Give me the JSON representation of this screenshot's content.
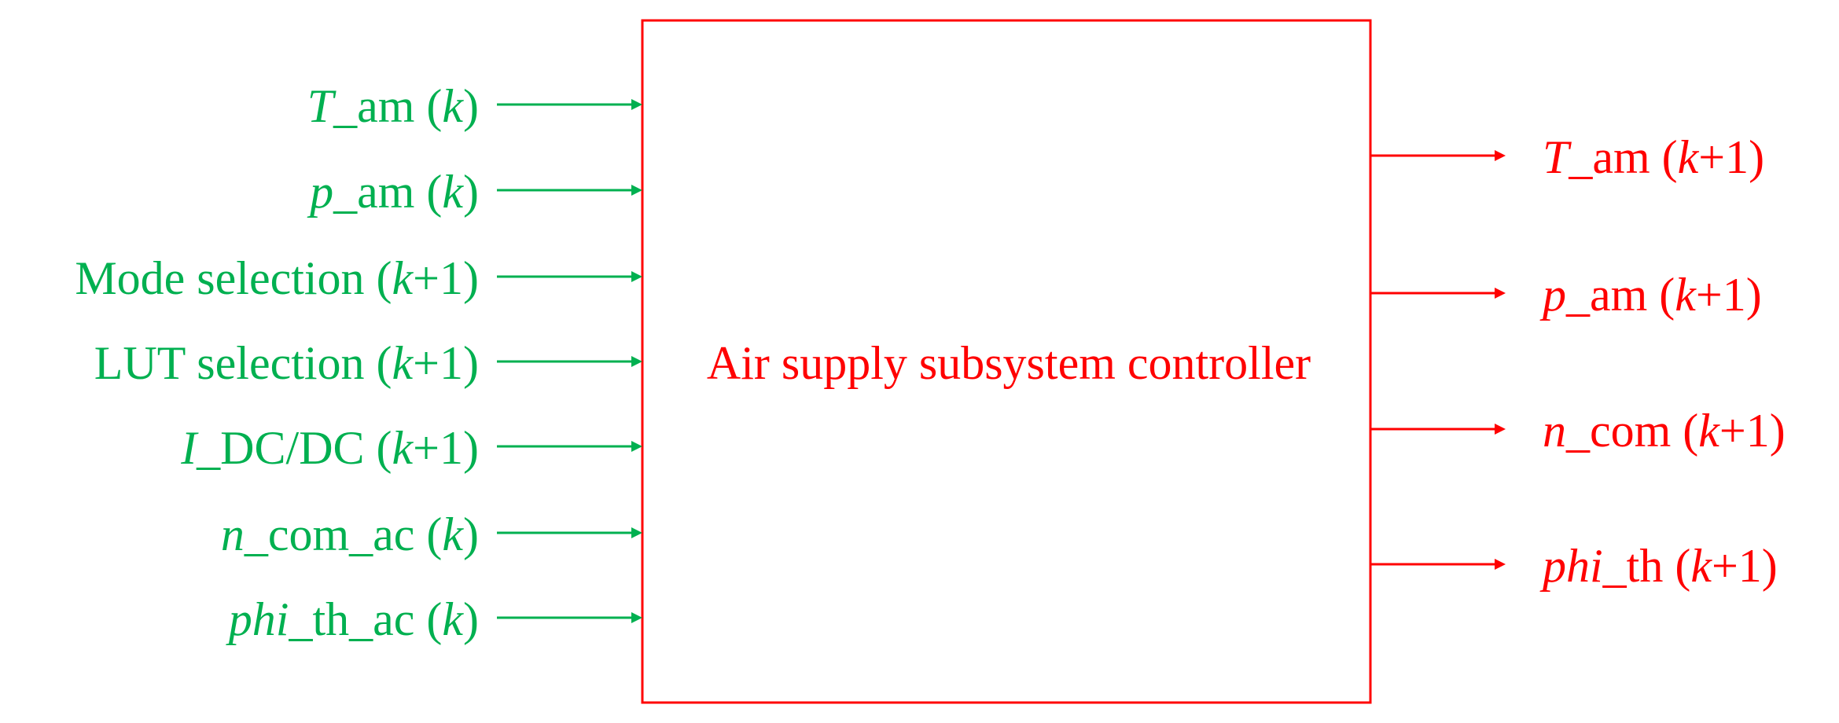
{
  "block": {
    "title": "Air supply subsystem controller"
  },
  "colors": {
    "inputs": "#00b050",
    "outputs": "#ff0000",
    "block": "#ff0000"
  },
  "inputs": [
    {
      "var": "T",
      "suffix": "_am (",
      "step": "k",
      "tail": ")"
    },
    {
      "var": "p",
      "suffix": "_am (",
      "step": "k",
      "tail": ")"
    },
    {
      "var": "",
      "suffix": "Mode selection (",
      "step": "k",
      "tail": "+1)"
    },
    {
      "var": "",
      "suffix": "LUT selection (",
      "step": "k",
      "tail": "+1)"
    },
    {
      "var": "I",
      "suffix": "_DC/DC (",
      "step": "k",
      "tail": "+1)"
    },
    {
      "var": "n",
      "suffix": "_com_ac (",
      "step": "k",
      "tail": ")"
    },
    {
      "var": "phi",
      "suffix": "_th_ac (",
      "step": "k",
      "tail": ")"
    }
  ],
  "outputs": [
    {
      "var": "T",
      "suffix": "_am (",
      "step": "k",
      "tail": "+1)"
    },
    {
      "var": "p",
      "suffix": "_am (",
      "step": "k",
      "tail": "+1)"
    },
    {
      "var": "n",
      "suffix": "_com (",
      "step": "k",
      "tail": "+1)"
    },
    {
      "var": "phi",
      "suffix": "_th (",
      "step": "k",
      "tail": "+1)"
    }
  ]
}
